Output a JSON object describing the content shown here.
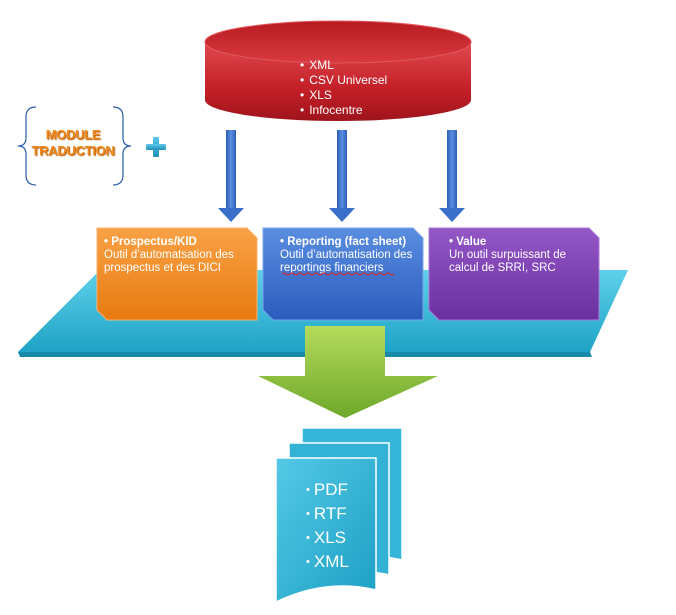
{
  "source": {
    "items": [
      "XML",
      "CSV Universel",
      "XLS",
      "Infocentre"
    ]
  },
  "module": {
    "line1": "MODULE",
    "line2": "TRADUCTION"
  },
  "tools": [
    {
      "title": "Prospectus/KID",
      "desc": "Outil d’automatsation des prospectus et des DICI"
    },
    {
      "title": "Reporting (fact sheet)",
      "desc": "Outil d’automatisation des reportings financiers"
    },
    {
      "title": "Value",
      "desc": "Un outil surpuissant de calcul de SRRI, SRC"
    }
  ],
  "outputs": {
    "items": [
      "PDF",
      "RTF",
      "XLS",
      "XML"
    ]
  },
  "colors": {
    "cylinder": "#c8242b",
    "platform": "#35b9d8",
    "box_prospectus": "#f28a1e",
    "box_reporting": "#3a6fcf",
    "box_value": "#7b3fb0",
    "arrow_blue": "#3a6fc9",
    "arrow_green": "#8cc63f",
    "documents": "#2fb7da",
    "module_text": "#f08a1f",
    "plus": "#3aaed8"
  }
}
